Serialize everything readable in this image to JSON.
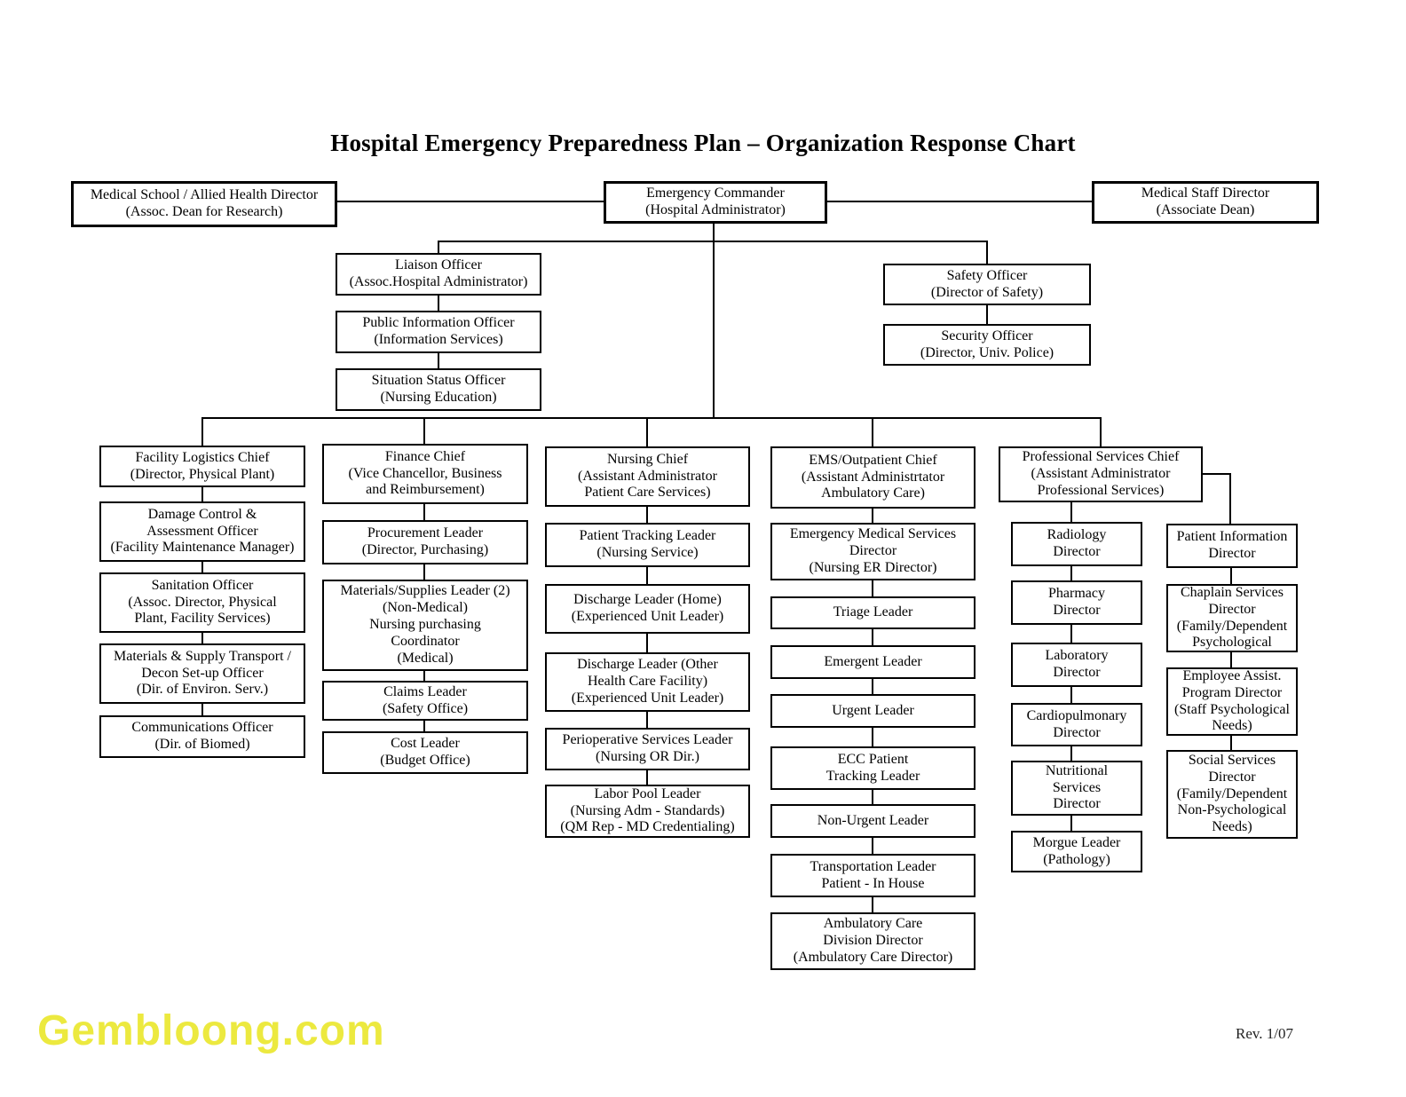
{
  "title": "Hospital Emergency Preparedness Plan – Organization Response Chart",
  "watermark": "Gembloong.com",
  "revision": "Rev. 1/07",
  "colors": {
    "line": "#000000",
    "watermark": "#ece93f",
    "background": "#ffffff"
  },
  "org": {
    "medical_school": "Medical School / Allied Health Director\n(Assoc. Dean for Research)",
    "emergency_commander": "Emergency Commander\n(Hospital Administrator)",
    "medical_staff": "Medical Staff Director\n(Associate Dean)",
    "liaison": "Liaison Officer\n(Assoc.Hospital Administrator)",
    "public_information": "Public Information Officer\n(Information Services)",
    "situation_status": "Situation Status Officer\n(Nursing Education)",
    "safety": "Safety Officer\n(Director of Safety)",
    "security": "Security Officer\n(Director, Univ. Police)",
    "facility_chief": "Facility Logistics Chief\n(Director, Physical Plant)",
    "damage_control": "Damage Control &\nAssessment Officer\n(Facility Maintenance Manager)",
    "sanitation": "Sanitation Officer\n(Assoc. Director, Physical\nPlant, Facility Services)",
    "materials_transport": "Materials & Supply Transport /\nDecon Set-up Officer\n(Dir. of Environ. Serv.)",
    "communications": "Communications Officer\n(Dir. of Biomed)",
    "finance_chief": "Finance Chief\n(Vice Chancellor, Business\nand Reimbursement)",
    "procurement": "Procurement Leader\n(Director, Purchasing)",
    "materials_supplies": "Materials/Supplies Leader (2)\n(Non-Medical)\nNursing purchasing\nCoordinator\n(Medical)",
    "claims": "Claims Leader\n(Safety Office)",
    "cost": "Cost Leader\n(Budget Office)",
    "nursing_chief": "Nursing Chief\n(Assistant Administrator\nPatient Care Services)",
    "patient_tracking": "Patient Tracking Leader\n(Nursing Service)",
    "discharge_home": "Discharge Leader (Home)\n(Experienced Unit Leader)",
    "discharge_other": "Discharge Leader (Other\nHealth Care Facility)\n(Experienced Unit Leader)",
    "perioperative": "Perioperative Services Leader\n(Nursing OR Dir.)",
    "labor_pool": "Labor Pool Leader\n(Nursing Adm - Standards)\n(QM Rep - MD Credentialing)",
    "ems_chief": "EMS/Outpatient Chief\n(Assistant Administrtator\nAmbulatory Care)",
    "ems_director": "Emergency Medical Services\nDirector\n(Nursing ER Director)",
    "triage": "Triage Leader",
    "emergent": "Emergent Leader",
    "urgent": "Urgent Leader",
    "ecc_tracking": "ECC Patient\nTracking Leader",
    "non_urgent": "Non-Urgent Leader",
    "transportation": "Transportation Leader\nPatient - In House",
    "ambulatory": "Ambulatory Care\nDivision Director\n(Ambulatory Care Director)",
    "professional_chief": "Professional Services Chief\n(Assistant Administrator\nProfessional Services)",
    "radiology": "Radiology\nDirector",
    "pharmacy": "Pharmacy\nDirector",
    "laboratory": "Laboratory\nDirector",
    "cardiopulmonary": "Cardiopulmonary\nDirector",
    "nutritional": "Nutritional\nServices\nDirector",
    "morgue": "Morgue Leader\n(Pathology)",
    "patient_information": "Patient Information\nDirector",
    "chaplain": "Chaplain Services\nDirector\n(Family/Dependent\nPsychological",
    "employee_assist": "Employee Assist.\nProgram Director\n(Staff Psychological\nNeeds)",
    "social_services": "Social Services\nDirector\n(Family/Dependent\nNon-Psychological\nNeeds)"
  }
}
